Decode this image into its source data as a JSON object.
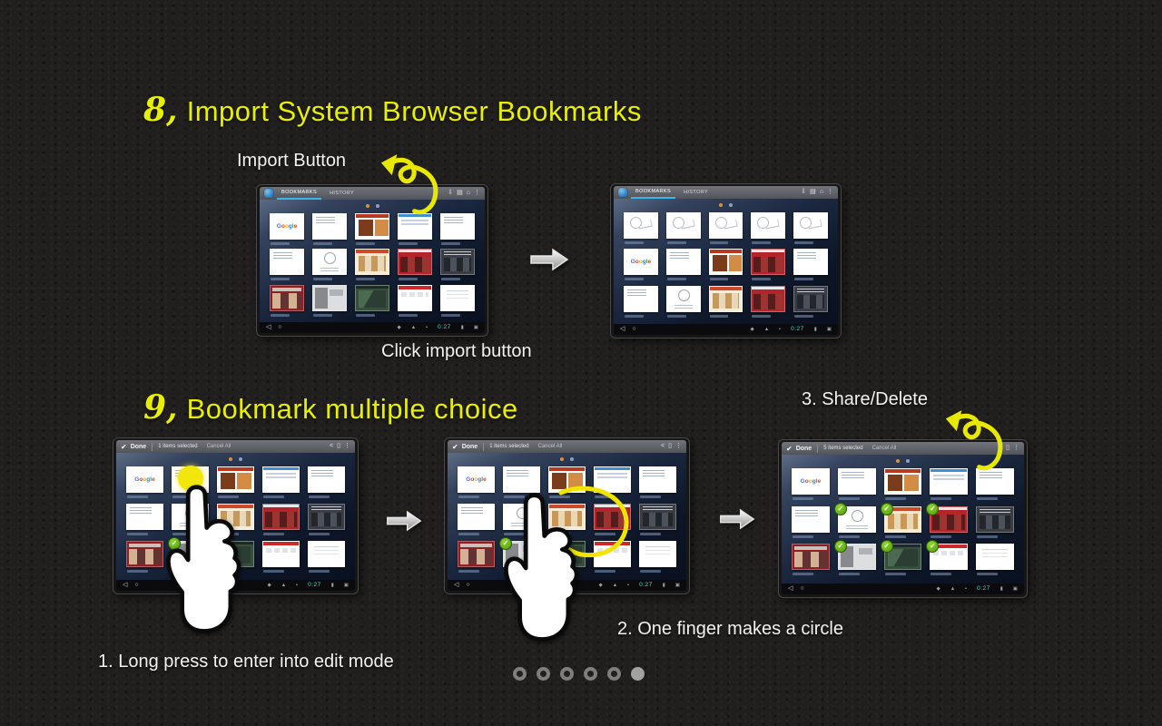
{
  "page": {
    "background": "#211f1d",
    "accent_yellow": "#e8ef00"
  },
  "section8": {
    "number": "8,",
    "title": "Import System Browser Bookmarks",
    "import_button_label": "Import Button",
    "caption": "Click import button"
  },
  "section9": {
    "number": "9,",
    "title": "Bookmark multiple choice",
    "label3": "3. Share/Delete",
    "label2": "2.  One finger makes a circle",
    "label1": "1.  Long press to enter into edit mode"
  },
  "tablet_common": {
    "tabs": [
      "BOOKMARKS",
      "HISTORY"
    ],
    "edit": {
      "done": "Done",
      "cancel": "Cancel All"
    },
    "google_label": "Google",
    "status_time": "0:27"
  },
  "tablets": [
    {
      "name": "import-before",
      "mode": "browse",
      "rows": [
        [
          "google",
          "white-lines",
          "news-orange",
          "blue-top",
          "white-lines"
        ],
        [
          "white-lines",
          "wiki",
          "shop-tan",
          "red-news",
          "dark-news"
        ],
        [
          "red-photo",
          "gray-tech",
          "green-map",
          "red-site",
          "white-plain"
        ]
      ],
      "checks": [],
      "highlight": null
    },
    {
      "name": "import-after",
      "mode": "browse",
      "rows": [
        [
          "sketch",
          "sketch",
          "sketch",
          "sketch",
          "sketch"
        ],
        [
          "google",
          "white-lines",
          "news-orange",
          "red-news",
          "white-lines"
        ],
        [
          "white-lines",
          "wiki",
          "shop-tan",
          "red-news",
          "dark-news"
        ]
      ],
      "checks": [],
      "highlight": null
    },
    {
      "name": "edit-step1",
      "mode": "edit",
      "selected": "1 items selected",
      "rows": [
        [
          "google",
          "white-lines",
          "news-orange",
          "blue-top",
          "white-lines"
        ],
        [
          "white-lines",
          "wiki",
          "shop-tan",
          "red-news",
          "dark-news"
        ],
        [
          "red-photo",
          "gray-tech",
          "green-map",
          "red-site",
          "white-plain"
        ]
      ],
      "checks": [
        [
          2,
          1
        ]
      ],
      "highlight": [
        0,
        1
      ]
    },
    {
      "name": "edit-step2",
      "mode": "edit",
      "selected": "1 items selected",
      "rows": [
        [
          "google",
          "white-lines",
          "news-orange",
          "blue-top",
          "white-lines"
        ],
        [
          "white-lines",
          "wiki",
          "shop-tan",
          "red-news",
          "dark-news"
        ],
        [
          "red-photo",
          "gray-tech",
          "green-map",
          "red-site",
          "white-plain"
        ]
      ],
      "checks": [
        [
          2,
          1
        ]
      ],
      "highlight": null
    },
    {
      "name": "edit-step3",
      "mode": "edit",
      "selected": "5 items selected",
      "rows": [
        [
          "google",
          "white-lines",
          "news-orange",
          "blue-top",
          "white-lines"
        ],
        [
          "white-lines",
          "wiki",
          "shop-tan",
          "red-news",
          "dark-news"
        ],
        [
          "red-photo",
          "gray-tech",
          "green-map",
          "red-site",
          "white-plain"
        ]
      ],
      "checks": [
        [
          1,
          1
        ],
        [
          1,
          2
        ],
        [
          1,
          3
        ],
        [
          2,
          1
        ],
        [
          2,
          2
        ],
        [
          2,
          3
        ]
      ],
      "highlight": null
    }
  ],
  "pager": {
    "total": 6,
    "active_index": 5
  }
}
